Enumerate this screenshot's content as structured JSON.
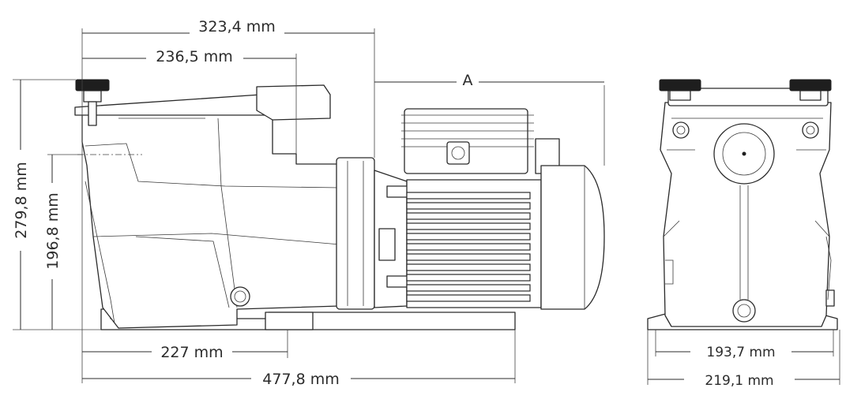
{
  "dimensions": {
    "overall_width": "477,8 mm",
    "pump_body_width": "323,4 mm",
    "strainer_width": "236,5 mm",
    "motor_length": "A",
    "inlet_offset": "227 mm",
    "overall_height": "279,8 mm",
    "inlet_height": "196,8 mm",
    "base_inner_width": "193,7 mm",
    "base_outer_width": "219,1 mm"
  }
}
